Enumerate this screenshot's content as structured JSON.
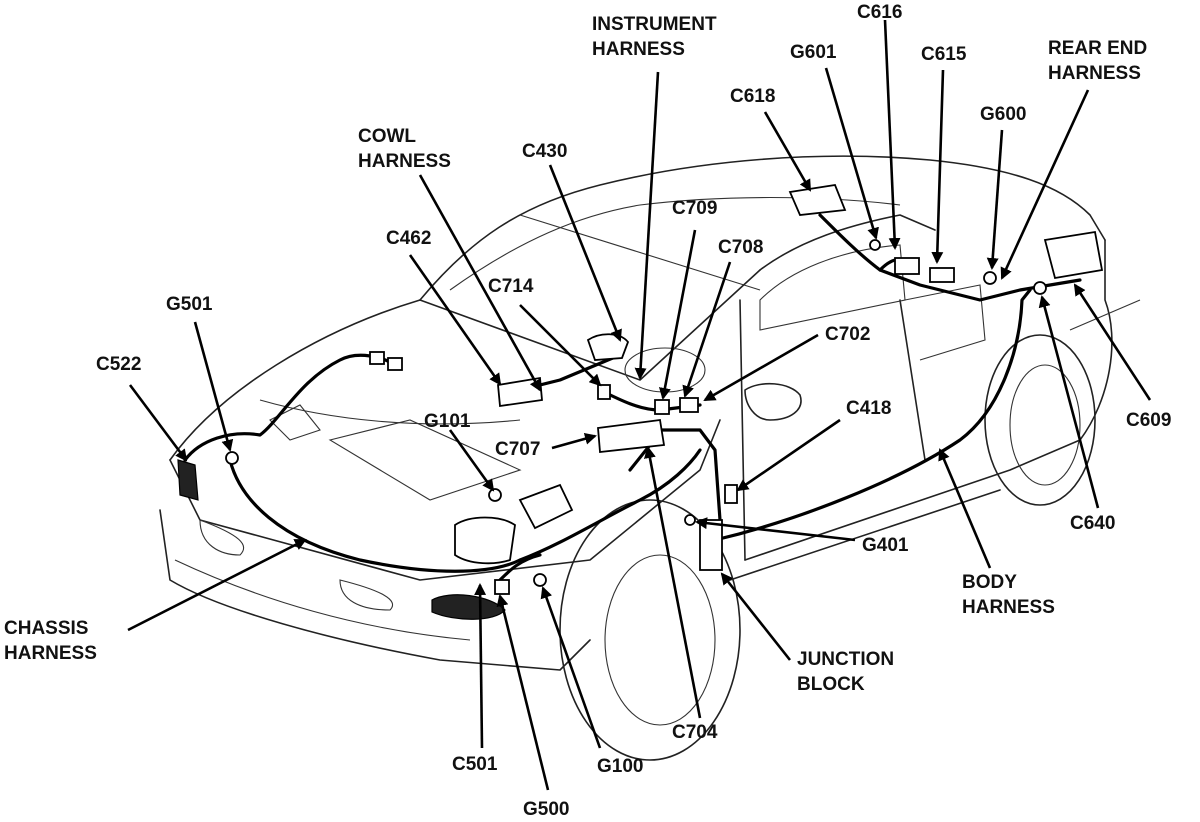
{
  "labels": {
    "instrument_harness": [
      "INSTRUMENT",
      "HARNESS"
    ],
    "rear_end_harness": [
      "REAR END",
      "HARNESS"
    ],
    "cowl_harness": [
      "COWL",
      "HARNESS"
    ],
    "chassis_harness": [
      "CHASSIS",
      "HARNESS"
    ],
    "body_harness": [
      "BODY",
      "HARNESS"
    ],
    "junction_block": [
      "JUNCTION",
      "BLOCK"
    ],
    "c616": "C616",
    "g601": "G601",
    "c615": "C615",
    "c618": "C618",
    "g600": "G600",
    "c430": "C430",
    "c709": "C709",
    "c708": "C708",
    "c462": "C462",
    "c714": "C714",
    "c702": "C702",
    "g501": "G501",
    "c522": "C522",
    "c418": "C418",
    "c609": "C609",
    "g101": "G101",
    "c707": "C707",
    "g401": "G401",
    "c640": "C640",
    "c704": "C704",
    "c501": "C501",
    "g100": "G100",
    "g500": "G500"
  }
}
